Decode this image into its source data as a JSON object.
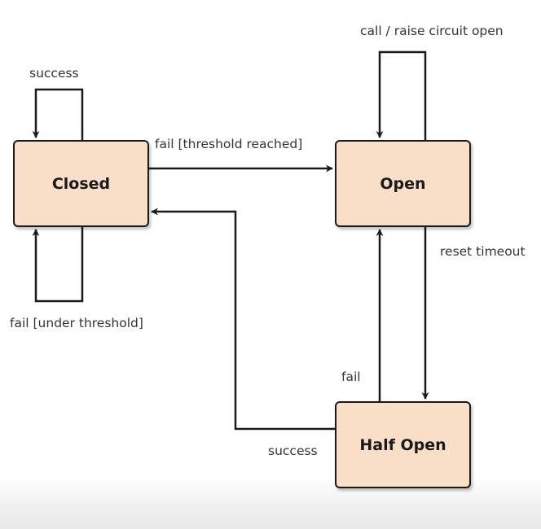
{
  "diagram": {
    "states": {
      "closed": "Closed",
      "open": "Open",
      "half_open": "Half Open"
    },
    "transitions": {
      "closed_self_success": "success",
      "closed_to_open": "fail [threshold reached]",
      "closed_self_fail": "fail [under threshold]",
      "open_self": "call / raise circuit open",
      "open_to_half_open": "reset timeout",
      "half_open_to_open": "fail",
      "half_open_to_closed": "success"
    },
    "colors": {
      "state_fill": "#f9dfc7",
      "stroke": "#1a1a1a",
      "label_text": "#333333"
    }
  }
}
